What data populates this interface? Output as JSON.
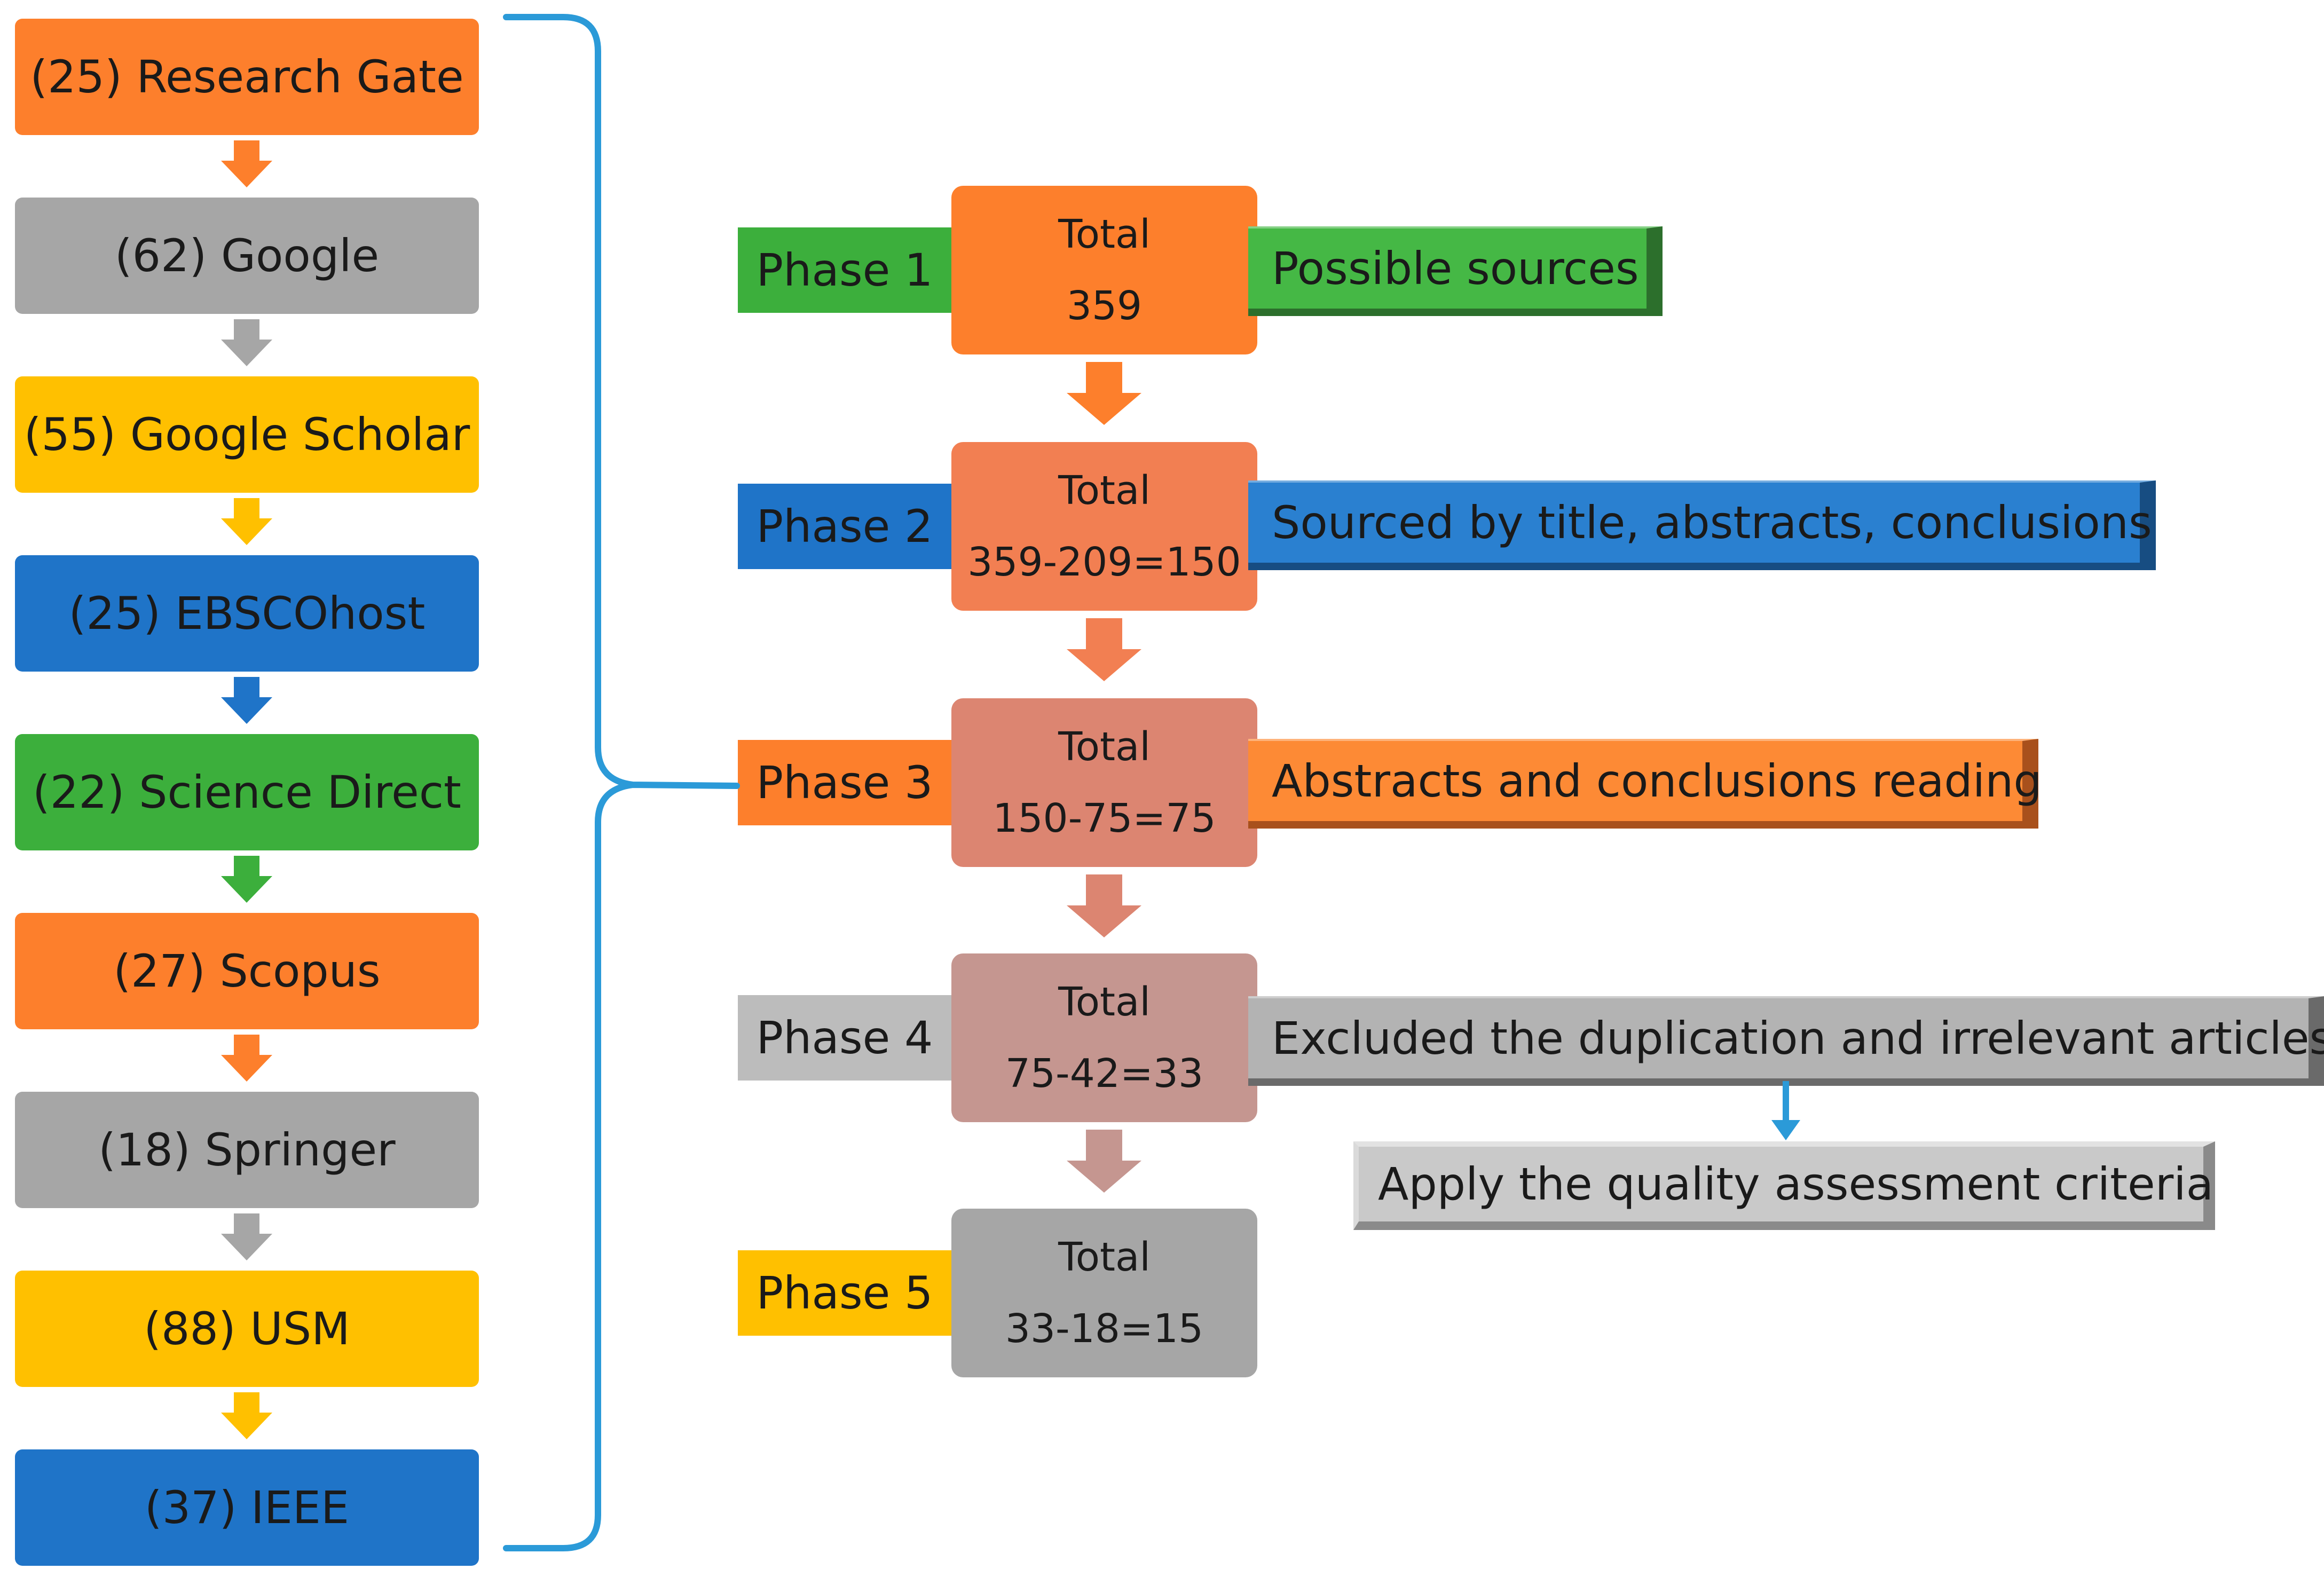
{
  "sources": [
    {
      "label": "(25) Research Gate",
      "color": "#fd7f2c",
      "text_color": "#1a1a1a"
    },
    {
      "label": "(62) Google",
      "color": "#a6a6a6",
      "text_color": "#1a1a1a"
    },
    {
      "label": "(55) Google Scholar",
      "color": "#ffc000",
      "text_color": "#1a1a1a"
    },
    {
      "label": "(25) EBSCOhost",
      "color": "#1f74c8",
      "text_color": "#1a1a1a"
    },
    {
      "label": "(22) Science Direct",
      "color": "#3caf3c",
      "text_color": "#1a1a1a"
    },
    {
      "label": "(27) Scopus",
      "color": "#fd7f2c",
      "text_color": "#1a1a1a"
    },
    {
      "label": "(18) Springer",
      "color": "#a6a6a6",
      "text_color": "#1a1a1a"
    },
    {
      "label": "(88) USM",
      "color": "#ffc000",
      "text_color": "#1a1a1a"
    },
    {
      "label": "(37) IEEE",
      "color": "#1f74c8",
      "text_color": "#1a1a1a"
    }
  ],
  "phases": [
    {
      "label": "Phase 1",
      "label_color": "#3caf3c",
      "total_label": "Total",
      "total_value": "359",
      "total_color": "#fd7f2c",
      "note": "Possible sources",
      "note_color": "#45b845",
      "note_shadow": "#2c6f2c"
    },
    {
      "label": "Phase 2",
      "label_color": "#1f74c8",
      "total_label": "Total",
      "total_value": "359-209=150",
      "total_color": "#f27f52",
      "note": "Sourced by title, abstracts, conclusions",
      "note_color": "#2a80d0",
      "note_shadow": "#174d82"
    },
    {
      "label": "Phase 3",
      "label_color": "#fd7f2c",
      "total_label": "Total",
      "total_value": "150-75=75",
      "total_color": "#dc8571",
      "note": "Abstracts and conclusions reading",
      "note_color": "#fd8a35",
      "note_shadow": "#a8501c"
    },
    {
      "label": "Phase 4",
      "label_color": "#bcbcbc",
      "total_label": "Total",
      "total_value": "75-42=33",
      "total_color": "#c59690",
      "note": "Excluded the duplication and irrelevant articles",
      "note_color": "#b3b3b3",
      "note_shadow": "#6a6a6a"
    },
    {
      "label": "Phase 5",
      "label_color": "#ffc000",
      "total_label": "Total",
      "total_value": "33-18=15",
      "total_color": "#a6a6a6",
      "note": "",
      "note_color": "",
      "note_shadow": ""
    }
  ],
  "quality_note": "Apply the quality assessment criteria",
  "colors": {
    "brace": "#2b9ad8",
    "qa_arrow": "#2b9ad8"
  }
}
